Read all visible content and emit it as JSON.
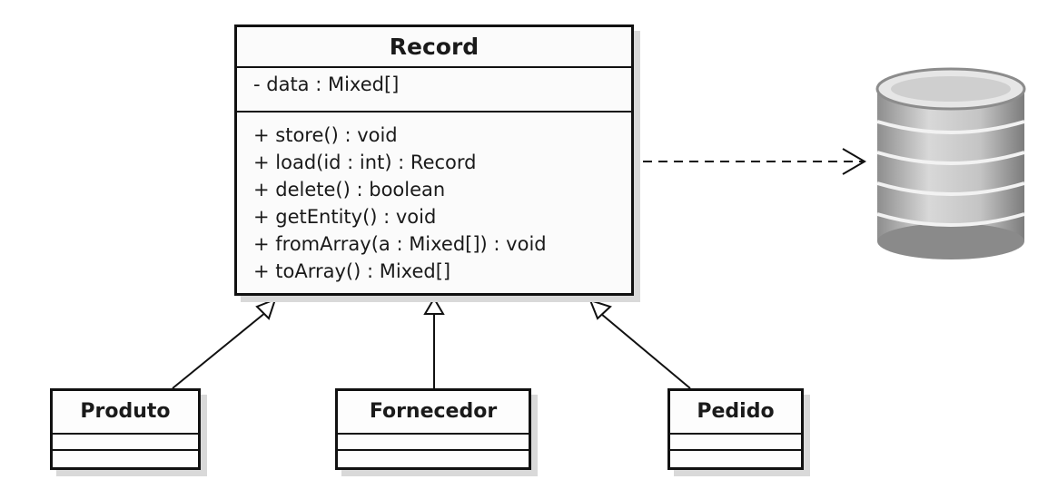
{
  "record": {
    "name": "Record",
    "attributes": [
      "- data : Mixed[]"
    ],
    "methods": [
      "+ store() : void",
      "+ load(id : int) : Record",
      "+ delete() : boolean",
      "+ getEntity() : void",
      "+ fromArray(a : Mixed[]) : void",
      "+ toArray() : Mixed[]"
    ]
  },
  "subclasses": [
    {
      "name": "Produto"
    },
    {
      "name": "Fornecedor"
    },
    {
      "name": "Pedido"
    }
  ],
  "relations": {
    "generalization": [
      "Produto",
      "Fornecedor",
      "Pedido"
    ],
    "dependency_target": "database-icon"
  }
}
